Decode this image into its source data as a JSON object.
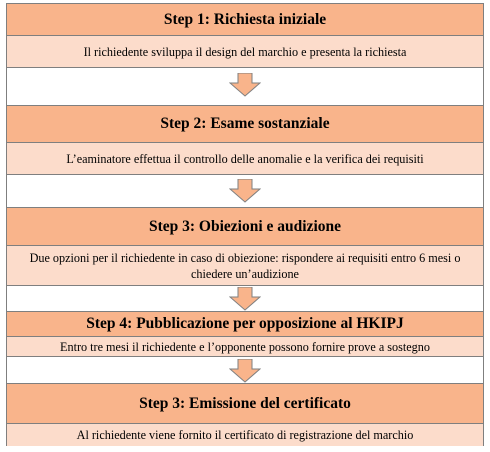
{
  "steps": [
    {
      "title": "Step 1: Richiesta iniziale",
      "description": "Il richiedente sviluppa il design del marchio e presenta la richiesta"
    },
    {
      "title": "Step 2: Esame sostanziale",
      "description": "L’eaminatore effettua il controllo delle anomalie e la verifica dei requisiti"
    },
    {
      "title": "Step 3: Obiezioni e audizione",
      "description": "Due opzioni per il richiedente in caso di obiezione: rispondere ai requisiti entro 6 mesi o chiedere un’audizione"
    },
    {
      "title": "Step 4: Pubblicazione per opposizione al HKIPJ",
      "description": "Entro tre mesi il richiedente e l’opponente possono fornire prove a sostegno"
    },
    {
      "title": "Step 3: Emissione del certificato",
      "description": "Al richiedente viene fornito il certificato di registrazione del marchio"
    }
  ],
  "colors": {
    "title_fill": "#f9b48b",
    "desc_fill": "#fcdccb",
    "arrow_fill": "#f9b48b",
    "border": "#7f7f7f"
  },
  "connector_icon": "down-arrow-icon"
}
